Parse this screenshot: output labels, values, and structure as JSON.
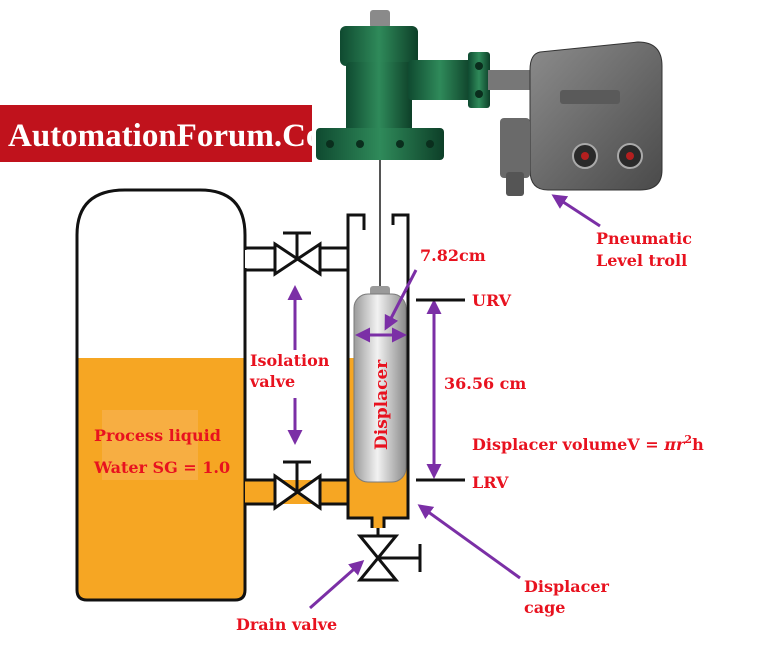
{
  "brand": {
    "text": "AutomationForum.Co",
    "bg": "#c0121c"
  },
  "colors": {
    "liquid": "#f6a623",
    "arrow": "#7b2fa6",
    "label": "#e8121f",
    "outline": "#111111"
  },
  "labels": {
    "diameter": "7.82cm",
    "urv": "URV",
    "lrv": "LRV",
    "range": "36.56 cm",
    "displacer": "Displacer",
    "isolation_1": "Isolation",
    "isolation_2": "valve",
    "process_1": "Process liquid",
    "process_2": "Water SG = 1.0",
    "volume_prefix": "Displacer volumeV = ",
    "volume_formula_pi": "π",
    "volume_formula_r": "r",
    "volume_formula_exp": "2",
    "volume_formula_h": "h",
    "pneumatic_1": "Pneumatic",
    "pneumatic_2": "Level troll",
    "cage_1": "Displacer",
    "cage_2": "cage",
    "drain": "Drain valve"
  }
}
